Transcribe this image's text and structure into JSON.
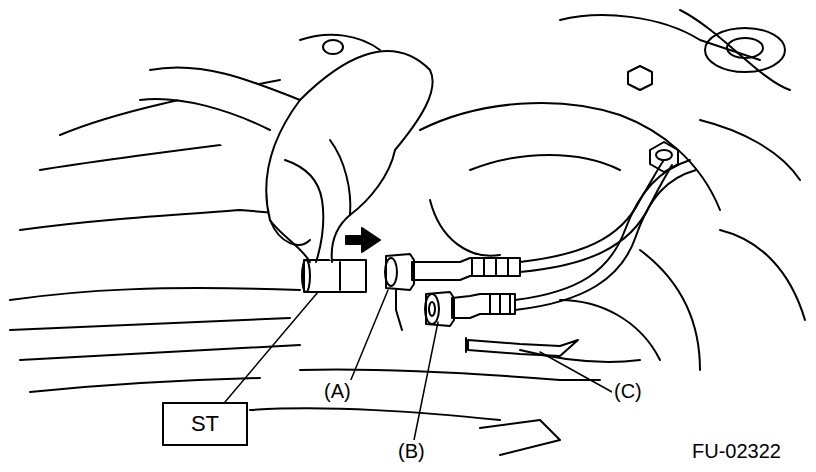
{
  "diagram": {
    "nodes": [
      {
        "text": [
          "ST"
        ]
      }
    ],
    "labels": [
      "(A)",
      "(B)",
      "(C)",
      "FU-02322"
    ]
  }
}
